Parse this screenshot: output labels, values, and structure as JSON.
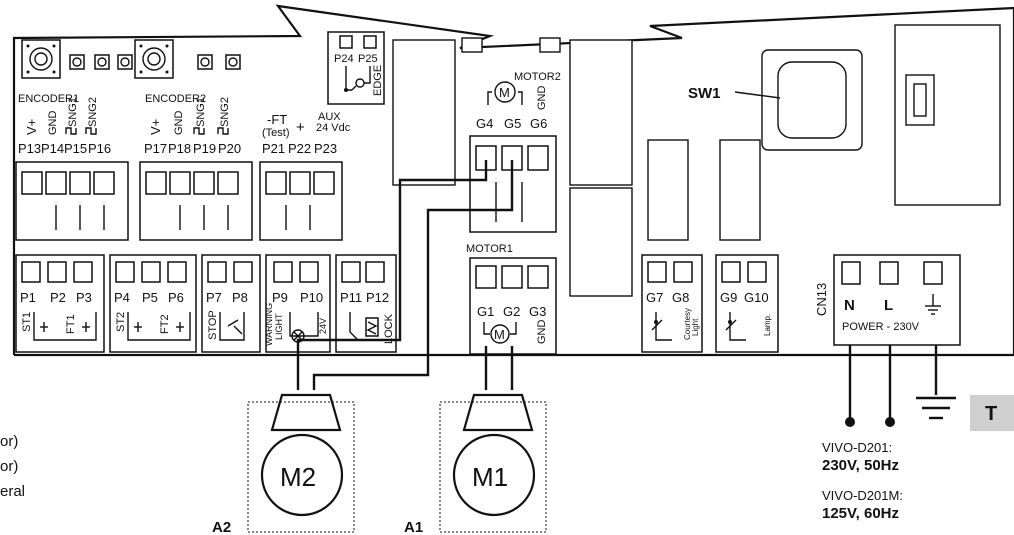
{
  "header": {
    "sw1": "SW1",
    "motor2": "MOTOR2",
    "motor1": "MOTOR1",
    "edge": "EDGE",
    "edge_terminals": [
      "P24",
      "P25"
    ],
    "cn13": "CN13",
    "encoder1": "ENCODER1",
    "encoder2": "ENCODER2",
    "ft_test": "-FT",
    "ft_test_sub": "(Test)",
    "plus": "+",
    "aux": "AUX",
    "aux_v": "24 Vdc"
  },
  "top_terminals": {
    "enc1_signals": [
      "V+",
      "GND",
      "SNG1",
      "SNG2"
    ],
    "enc1_labels": [
      "P13",
      "P14",
      "P15",
      "P16"
    ],
    "enc2_signals": [
      "V+",
      "GND",
      "SNG1",
      "SNG2"
    ],
    "enc2_labels": [
      "P17",
      "P18",
      "P19",
      "P20"
    ],
    "aux_labels": [
      "P21",
      "P22",
      "P23"
    ],
    "motor2_labels": [
      "G4",
      "G5",
      "G6"
    ],
    "motor2_gnd": "GND"
  },
  "bottom_terminals": {
    "p1_p3": [
      "P1",
      "P2",
      "P3"
    ],
    "st1": "ST1",
    "ft1": "FT1",
    "p4_p6": [
      "P4",
      "P5",
      "P6"
    ],
    "st2": "ST2",
    "ft2": "FT2",
    "p7_p8": [
      "P7",
      "P8"
    ],
    "stop": "STOP",
    "p9_p10": [
      "P9",
      "P10"
    ],
    "warning": "WARNING",
    "light": "LIGHT",
    "v24": "24V",
    "p11_p12": [
      "P11",
      "P12"
    ],
    "lock": "LOCK",
    "motor1_labels": [
      "G1",
      "G2",
      "G3"
    ],
    "motor1_gnd": "GND",
    "g7_g8": [
      "G7",
      "G8"
    ],
    "courtesy": "Courtesy",
    "courtesy_light": "Light",
    "g9_g10": [
      "G9",
      "G10"
    ],
    "lamp": "Lamp.",
    "power_nl": [
      "N",
      "L"
    ],
    "power": "POWER - 230V"
  },
  "motors": {
    "m2": "M2",
    "m1": "M1",
    "a2": "A2",
    "a1": "A1",
    "motor_symbol": "M"
  },
  "supply": {
    "vivo_d201": "VIVO-D201:",
    "v230": "230V, 50Hz",
    "vivo_d201m": "VIVO-D201M:",
    "v125": "125V, 60Hz"
  },
  "legend": {
    "t_badge": "T",
    "fragments": [
      "or)",
      "or)",
      "eral"
    ]
  }
}
